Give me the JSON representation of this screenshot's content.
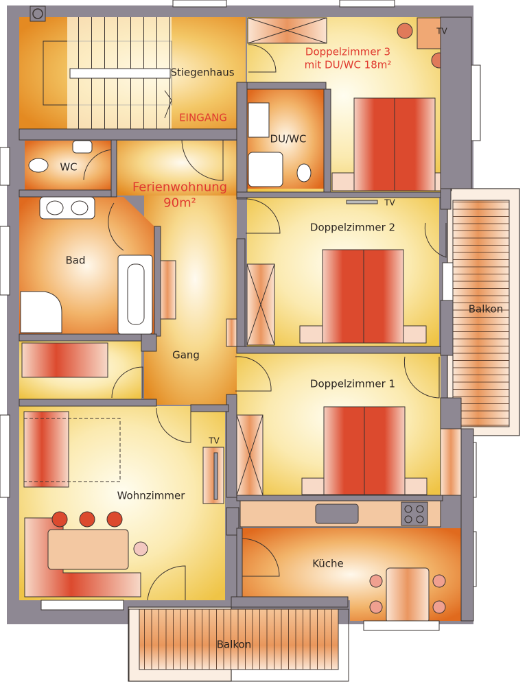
{
  "floorplan": {
    "title": "Ferienwohnung",
    "area": "90m²",
    "entrance_label": "EINGANG",
    "colors": {
      "wall": "#8e8893",
      "wall_dark": "#6f6a74",
      "orange_room": "#e07a22",
      "yellow_room": "#f0c54a",
      "red_furniture": "#d9432b",
      "label_red": "#e0392f",
      "balcony": "#e8a36a"
    },
    "rooms": [
      {
        "id": "stiegenhaus",
        "label": "Stiegenhaus"
      },
      {
        "id": "doppelzimmer3",
        "label_line1": "Doppelzimmer 3",
        "label_line2": "mit DU/WC 18m²"
      },
      {
        "id": "du-wc",
        "label": "DU/WC"
      },
      {
        "id": "wc",
        "label": "WC"
      },
      {
        "id": "ferienwohnung",
        "label_line1": "Ferienwohnung",
        "label_line2": "90m²"
      },
      {
        "id": "bad",
        "label": "Bad"
      },
      {
        "id": "doppelzimmer2",
        "label": "Doppelzimmer 2"
      },
      {
        "id": "gang",
        "label": "Gang"
      },
      {
        "id": "doppelzimmer1",
        "label": "Doppelzimmer 1"
      },
      {
        "id": "wohnzimmer",
        "label": "Wohnzimmer"
      },
      {
        "id": "kueche",
        "label": "Küche"
      },
      {
        "id": "balkon-east",
        "label": "Balkon"
      },
      {
        "id": "balkon-south",
        "label": "Balkon"
      }
    ],
    "tv_labels": {
      "dz3": "TV",
      "dz2": "TV",
      "wohnzimmer": "TV"
    }
  }
}
